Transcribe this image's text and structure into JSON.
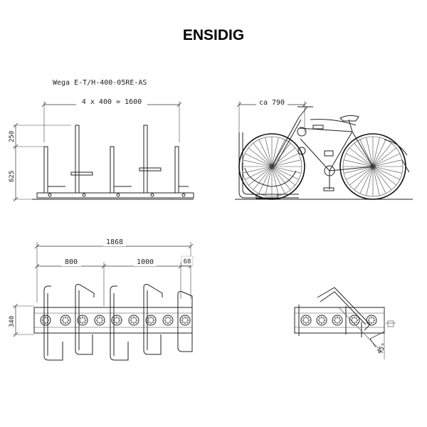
{
  "title": "ENSIDIG",
  "model_label": "Wega E-T/H-400-05RE-AS",
  "dimensions": {
    "spacing": "4 x 400 = 1600",
    "height_top": "250",
    "height_bottom": "625",
    "depth": "ca 790",
    "total_length": "1868",
    "segment_left": "800",
    "segment_mid": "1000",
    "segment_right": "68",
    "width": "340",
    "angle": "45°"
  }
}
